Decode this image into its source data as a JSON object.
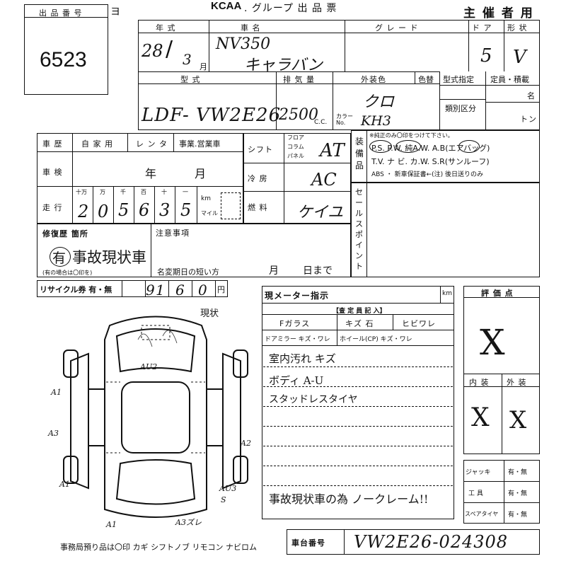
{
  "header": {
    "lot_label": "出 品 番 号",
    "lot_number": "6523",
    "brand": "KCAA",
    "title": ". グループ 出 品 票",
    "role": "主 催 者 用"
  },
  "vehicle": {
    "year_label": "年 式",
    "year": "28",
    "month": "3",
    "month_unit": "月",
    "name_label": "車 名",
    "model": "NV350",
    "submodel": "キャラバン",
    "grade_label": "グ レ ー ド",
    "grade": "",
    "doors_label": "ド ア",
    "doors": "5",
    "shape_label": "形 状",
    "shape": "V",
    "type_label": "型 式",
    "type": "LDF- VW2E26",
    "displacement_label": "排 気 量",
    "displacement": "2500",
    "cc": "C.C.",
    "color_label": "外装色",
    "color": "クロ",
    "color_code_label": "カラー No.",
    "color_code": "KH3",
    "paint_label": "色替",
    "designation_label": "型式指定",
    "class_label": "類別区分",
    "capacity_label": "定員・積載",
    "persons": "名",
    "tons": "トン"
  },
  "history": {
    "history_label": "車 歴",
    "private": "自 家 用",
    "rental": "レ ン タ",
    "business": "事業.営業車",
    "inspection_label": "車 検",
    "inspection_year": "年",
    "inspection_month": "月",
    "mileage_label": "走 行",
    "mileage_units": [
      "十万",
      "万",
      "千",
      "百",
      "十",
      "一"
    ],
    "mileage_digits": [
      "2",
      "0",
      "5",
      "6",
      "3",
      "5"
    ],
    "km": "km",
    "miles": "マイル"
  },
  "drivetrain": {
    "shift_label": "シフト",
    "shift_positions": [
      "フロア",
      "コラム",
      "パネル"
    ],
    "shift": "AT",
    "ac_label": "冷 房",
    "ac": "AC",
    "fuel_label": "燃 料",
    "fuel": "ケイユ"
  },
  "equipment": {
    "label": "装 備 品",
    "note": "※純正のみ〇印をつけて下さい。",
    "row1": "P.S. P.W. 純A.W. A.B(エアバッグ)",
    "row2": "T.V. ナ ビ. カ.W. S.R(サンルーフ)",
    "row3": "ABS ・ 新車保証書←(注) 後日送りのみ"
  },
  "sales_point": {
    "label": "セールスポイント",
    "text": ""
  },
  "repair": {
    "label": "修復歴 箇所",
    "has": "有",
    "text": "事故現状車",
    "hint": "(有の場合は〇印を)"
  },
  "notes": {
    "label": "注意事項",
    "expiry_label": "名変期日の短い方",
    "expiry_month": "月",
    "expiry_day": "日まで"
  },
  "recycle": {
    "label": "リサイクル券 有・無",
    "digits": [
      "9",
      "1",
      "6",
      "0"
    ],
    "yen": "円"
  },
  "meter": {
    "label": "現メーター指示",
    "km": "km",
    "inspector_label": "【査 定 員 記 入】",
    "glass_label": "Fガラス",
    "glass_options": "キズ 石",
    "crack": "ヒビワレ",
    "mirror_label": "ドアミラー キズ・ワレ",
    "wheel_label": "ホイール(CP) キズ・ワレ",
    "lines": [
      "室内汚れ キズ",
      "ボディ A‑U",
      "スタッドレスタイヤ"
    ],
    "bottom_line": "事故現状車の為 ノークレーム!!"
  },
  "rating": {
    "label": "評 価 点",
    "score_mark": "X",
    "interior_label": "内 装",
    "exterior_label": "外 装",
    "interior_mark": "X",
    "exterior_mark": "X"
  },
  "accessories": [
    {
      "label": "ジャッキ",
      "value": "有・無"
    },
    {
      "label": "工 具",
      "value": "有・無"
    },
    {
      "label": "スペアタイヤ",
      "value": "有・無"
    }
  ],
  "diagram": {
    "notes": [
      "現状",
      "AU2",
      "A1",
      "A3",
      "A2",
      "A1",
      "AU3",
      "S",
      "A1",
      "A3ズレ"
    ]
  },
  "footer": {
    "deposit": "事務局預り品は〇印 カギ シフトノブ リモコン ナビロム",
    "chassis_label": "車台番号",
    "chassis": "VW2E26-024308"
  }
}
